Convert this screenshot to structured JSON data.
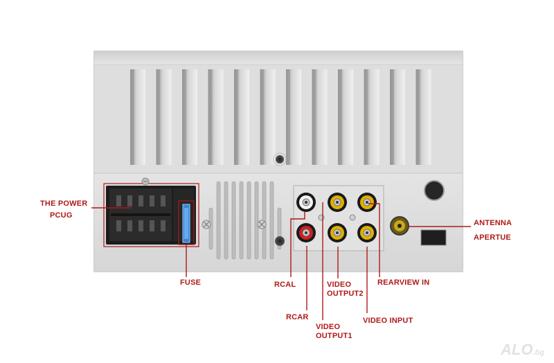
{
  "image": {
    "subject": "car stereo head unit rear panel",
    "colors": {
      "panel": "#dcdcdc",
      "panel_shadow": "#a8a8a8",
      "callout": "#b01818",
      "rca_red": "#cc2020",
      "rca_yellow": "#e0b000",
      "rca_white": "#f4f4f4"
    }
  },
  "labels": {
    "power_plug": [
      "THE POWER",
      "PCUG"
    ],
    "fuse": "FUSE",
    "rcal": "RCAL",
    "rcar": "RCAR",
    "video_output2": [
      "VIDEO",
      "OUTPUT2"
    ],
    "video_output1": [
      "VIDEO",
      "OUTPUT1"
    ],
    "rearview_in": "REARVIEW IN",
    "video_input": "VIDEO INPUT",
    "antenna": [
      "ANTENNA",
      "APERTUE"
    ]
  },
  "watermark": {
    "main": "ALO",
    "suffix": ".bg"
  }
}
